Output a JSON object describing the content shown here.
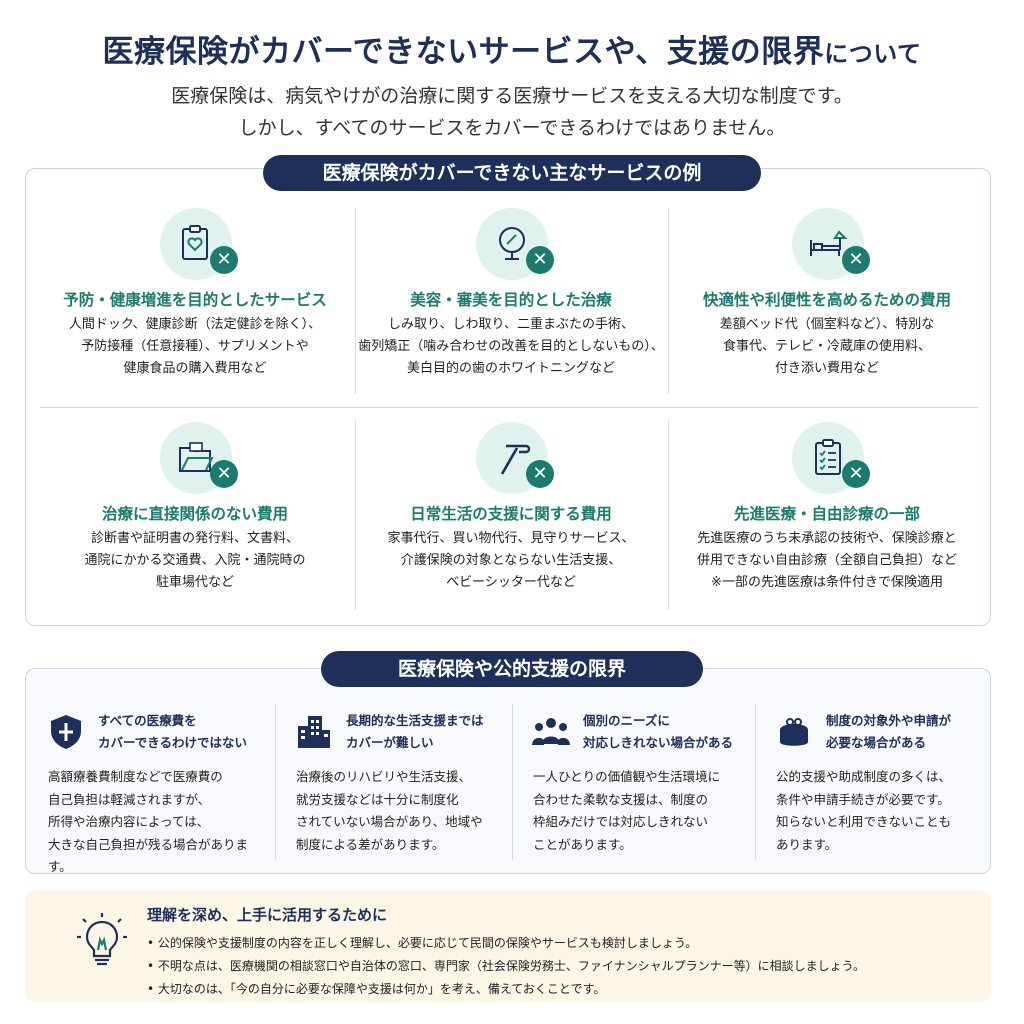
{
  "header": {
    "title_main": "医療保険がカバーできないサービスや、支援の限界",
    "title_small": "について",
    "intro_line1": "医療保険は、病気やけがの治療に関する医療サービスを支える大切な制度です。",
    "intro_line2": "しかし、すべてのサービスをカバーできるわけではありません。"
  },
  "section1": {
    "heading": "医療保険がカバーできない主なサービスの例",
    "cards": [
      {
        "icon": "clipboard-heart-icon",
        "title": "予防・健康増進を目的としたサービス",
        "body": "人間ドック、健康診断（法定健診を除く）、\n予防接種（任意接種）、サプリメントや\n健康食品の購入費用など"
      },
      {
        "icon": "mirror-icon",
        "title": "美容・審美を目的とした治療",
        "body": "しみ取り、しわ取り、二重まぶたの手術、\n歯列矯正（噛み合わせの改善を目的としないもの）、\n美白目的の歯のホワイトニングなど"
      },
      {
        "icon": "bed-lamp-icon",
        "title": "快適性や利便性を高めるための費用",
        "body": "差額ベッド代（個室料など）、特別な\n食事代、テレビ・冷蔵庫の使用料、\n付き添い費用など"
      },
      {
        "icon": "folder-icon",
        "title": "治療に直接関係のない費用",
        "body": "診断書や証明書の発行料、文書料、\n通院にかかる交通費、入院・通院時の\n駐車場代など"
      },
      {
        "icon": "cane-icon",
        "title": "日常生活の支援に関する費用",
        "body": "家事代行、買い物代行、見守りサービス、\n介護保険の対象とならない生活支援、\nベビーシッター代など"
      },
      {
        "icon": "checklist-icon",
        "title": "先進医療・自由診療の一部",
        "body": "先進医療のうち未承認の技術や、保険診療と\n併用できない自由診療（全額自己負担）など\n※一部の先進医療は条件付きで保険適用"
      }
    ],
    "x_mark": "✕"
  },
  "section2": {
    "heading": "医療保険や公的支援の限界",
    "items": [
      {
        "icon": "shield-icon",
        "title": "すべての医療費を\nカバーできるわけではない",
        "body": "高額療養費制度などで医療費の\n自己負担は軽減されますが、\n所得や治療内容によっては、\n大きな自己負担が残る場合があります。"
      },
      {
        "icon": "building-icon",
        "title": "長期的な生活支援までは\nカバーが難しい",
        "body": "治療後のリハビリや生活支援、\n就労支援などは十分に制度化\nされていない場合があり、地域や\n制度による差があります。"
      },
      {
        "icon": "people-icon",
        "title": "個別のニーズに\n対応しきれない場合がある",
        "body": "一人ひとりの価値観や生活環境に\n合わせた柔軟な支援は、制度の\n枠組みだけでは対応しきれない\nことがあります。"
      },
      {
        "icon": "purse-icon",
        "title": "制度の対象外や申請が\n必要な場合がある",
        "body": "公的支援や助成制度の多くは、\n条件や申請手続きが必要です。\n知らないと利用できないことも\nあります。"
      }
    ]
  },
  "tips": {
    "icon": "lightbulb-icon",
    "title": "理解を深め、上手に活用するために",
    "bullets": [
      "• 公的保険や支援制度の内容を正しく理解し、必要に応じて民間の保険やサービスも検討しましょう。",
      "• 不明な点は、医療機関の相談窓口や自治体の窓口、専門家（社会保険労務士、ファイナンシャルプランナー等）に相談しましょう。",
      "• 大切なのは、「今の自分に必要な保障や支援は何か」を考え、備えておくことです。"
    ]
  },
  "colors": {
    "navy": "#1e2f5a",
    "teal": "#1c7b6e",
    "mint": "#dff2ee",
    "cream": "#fbf6e6"
  }
}
